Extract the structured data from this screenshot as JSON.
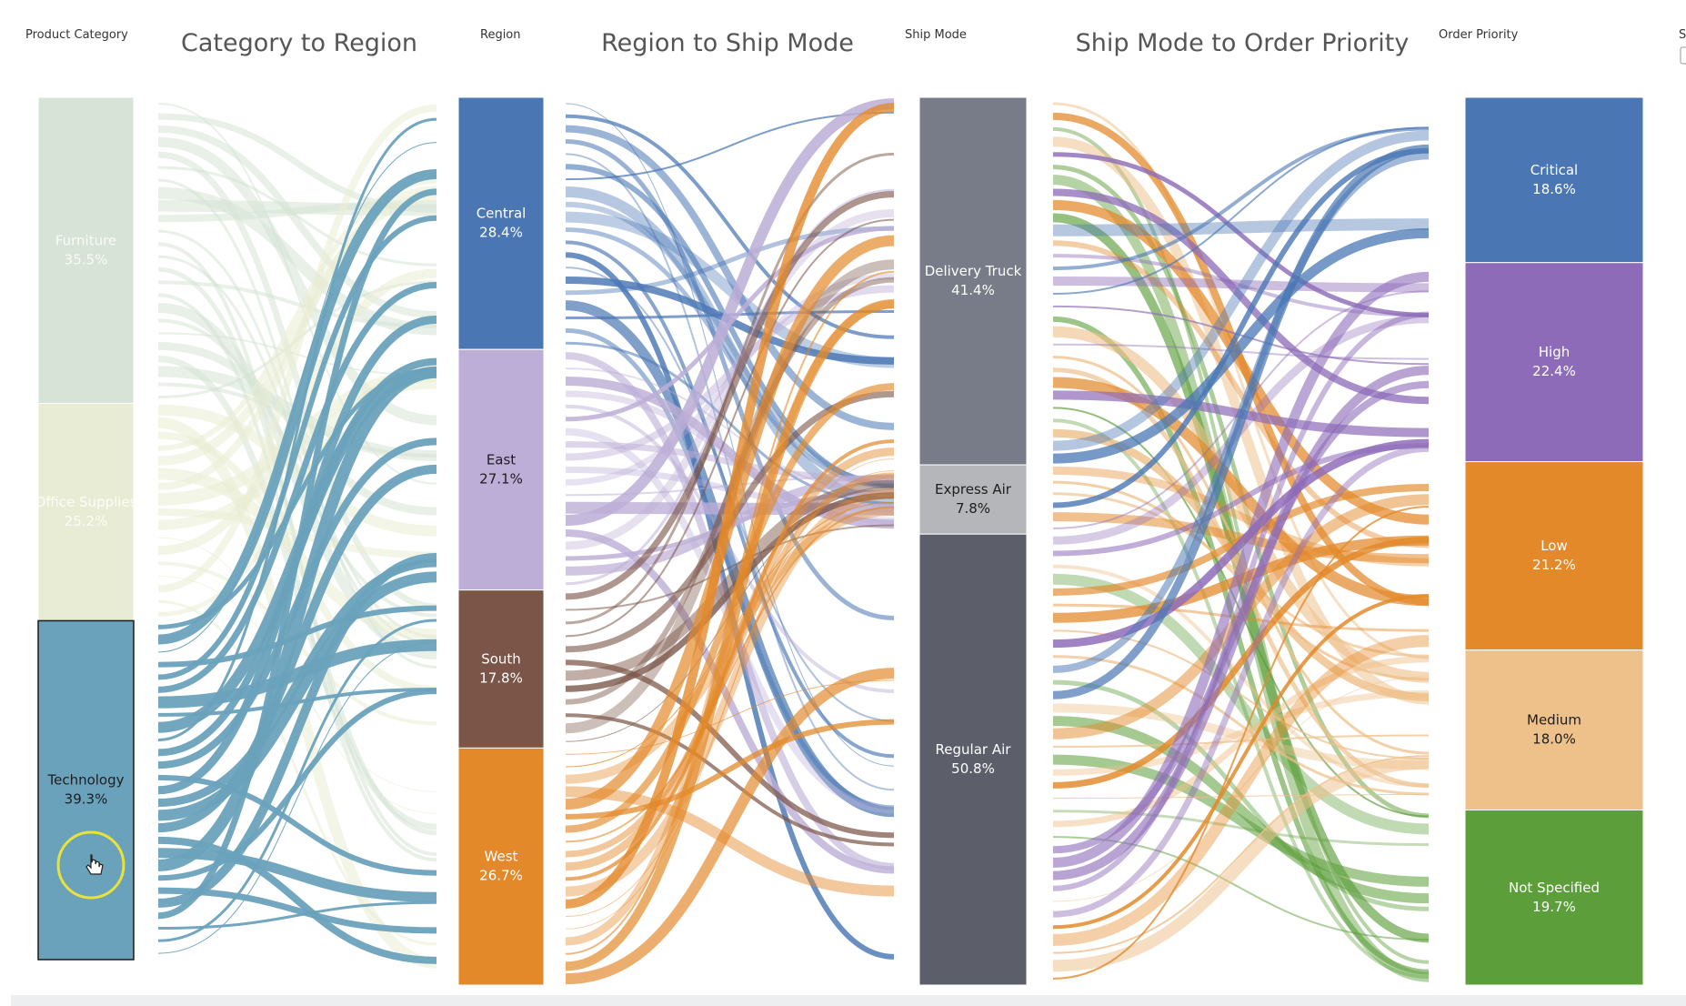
{
  "dashboard": {
    "headers": {
      "category": "Product Category",
      "region": "Region",
      "ship_mode": "Ship Mode",
      "priority": "Order Priority",
      "clipped": "S"
    },
    "titles": {
      "flow1": "Category to Region",
      "flow2": "Region to Ship Mode",
      "flow3": "Ship Mode to Order Priority"
    }
  },
  "chart_data": {
    "type": "sankey",
    "selected_node": "Technology",
    "columns": [
      {
        "key": "category",
        "nodes": [
          {
            "label": "Furniture",
            "pct_text": "35.5%",
            "value": 35.5,
            "color": "#d6e3d6",
            "faded": true
          },
          {
            "label": "Office Supplies",
            "pct_text": "25.2%",
            "value": 25.2,
            "color": "#e9ecd4",
            "faded": true
          },
          {
            "label": "Technology",
            "pct_text": "39.3%",
            "value": 39.3,
            "color": "#6aa2bc",
            "faded": false
          }
        ]
      },
      {
        "key": "region",
        "nodes": [
          {
            "label": "Central",
            "pct_text": "28.4%",
            "value": 28.4,
            "color": "#4a77b4"
          },
          {
            "label": "East",
            "pct_text": "27.1%",
            "value": 27.1,
            "color": "#bcaed6"
          },
          {
            "label": "South",
            "pct_text": "17.8%",
            "value": 17.8,
            "color": "#7b5547"
          },
          {
            "label": "West",
            "pct_text": "26.7%",
            "value": 26.7,
            "color": "#e3892a"
          }
        ]
      },
      {
        "key": "ship_mode",
        "nodes": [
          {
            "label": "Delivery Truck",
            "pct_text": "41.4%",
            "value": 41.4,
            "color": "#777c88"
          },
          {
            "label": "Express Air",
            "pct_text": "7.8%",
            "value": 7.8,
            "color": "#b4b6b9"
          },
          {
            "label": "Regular Air",
            "pct_text": "50.8%",
            "value": 50.8,
            "color": "#5c5f6a"
          }
        ]
      },
      {
        "key": "priority",
        "nodes": [
          {
            "label": "Critical",
            "pct_text": "18.6%",
            "value": 18.6,
            "color": "#4a77b4"
          },
          {
            "label": "High",
            "pct_text": "22.4%",
            "value": 22.4,
            "color": "#8d6bb8"
          },
          {
            "label": "Low",
            "pct_text": "21.2%",
            "value": 21.2,
            "color": "#e3892a"
          },
          {
            "label": "Medium",
            "pct_text": "18.0%",
            "value": 18.0,
            "color": "#eec08a"
          },
          {
            "label": "Not Specified",
            "pct_text": "19.7%",
            "value": 19.7,
            "color": "#5c9e3a"
          }
        ]
      }
    ]
  }
}
